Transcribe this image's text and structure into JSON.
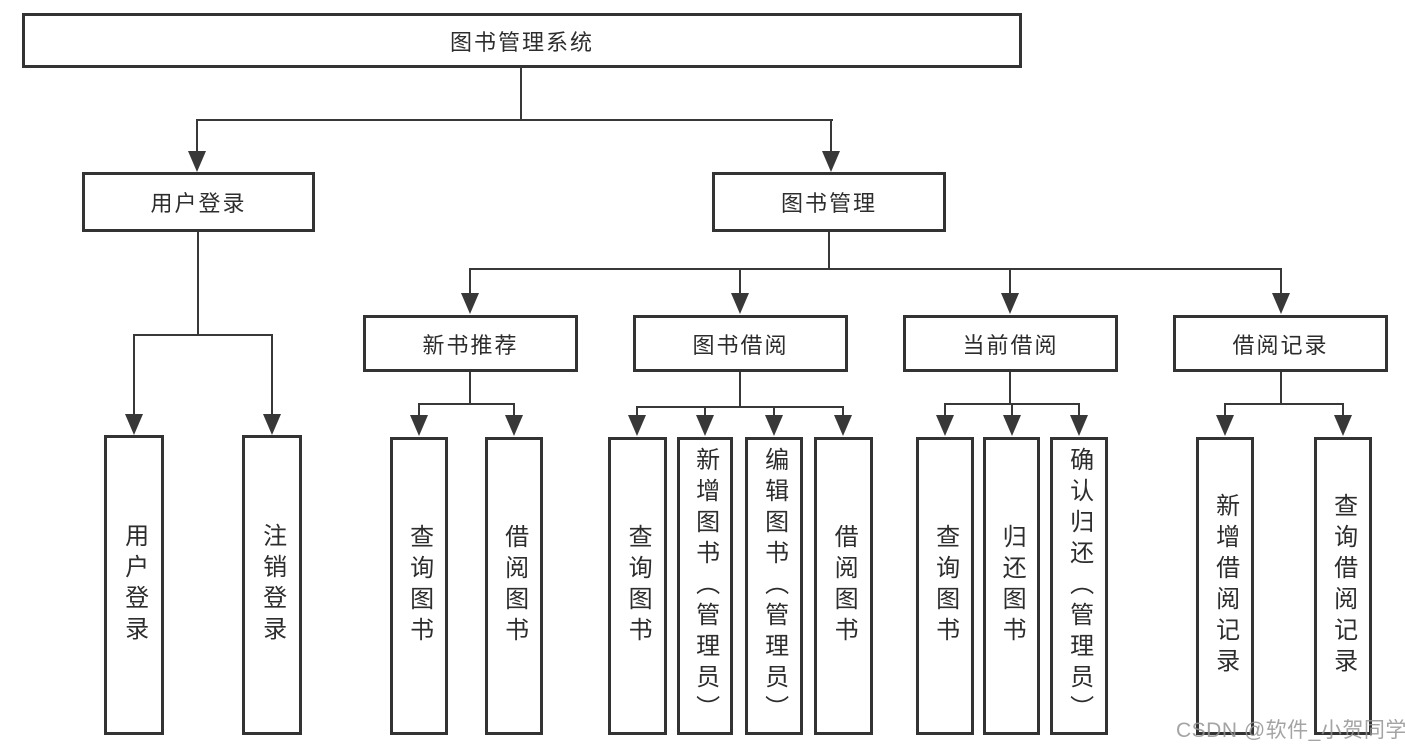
{
  "style": {
    "background": "#ffffff",
    "line_color": "#383838",
    "box_border_color": "#333333",
    "text_color": "#2d2d2d",
    "watermark_color": "#949494"
  },
  "watermark": {
    "text": "CSDN @软件_小贺同学"
  },
  "nodes": {
    "root": {
      "label": "图书管理系统"
    },
    "user_login": {
      "label": "用户登录"
    },
    "book_mgmt": {
      "label": "图书管理"
    },
    "new_book_rec": {
      "label": "新书推荐"
    },
    "book_borrow": {
      "label": "图书借阅"
    },
    "current_borrow": {
      "label": "当前借阅"
    },
    "borrow_record": {
      "label": "借阅记录"
    },
    "ul_user_login": {
      "label": "用户登录"
    },
    "ul_logout": {
      "label": "注销登录"
    },
    "nb_query_book": {
      "label": "查询图书"
    },
    "nb_borrow_book": {
      "label": "借阅图书"
    },
    "bb_query_book": {
      "label": "查询图书"
    },
    "bb_add_book": {
      "label": "新增图书（管理员）"
    },
    "bb_edit_book": {
      "label": "编辑图书（管理员）"
    },
    "bb_borrow_book": {
      "label": "借阅图书"
    },
    "cb_query_book": {
      "label": "查询图书"
    },
    "cb_return_book": {
      "label": "归还图书"
    },
    "cb_confirm_return": {
      "label": "确认归还（管理员）"
    },
    "br_add_record": {
      "label": "新增借阅记录"
    },
    "br_query_record": {
      "label": "查询借阅记录"
    }
  },
  "hierarchy": [
    {
      "parent": "图书管理系统",
      "children": [
        "用户登录",
        "图书管理"
      ]
    },
    {
      "parent": "用户登录",
      "children": [
        "用户登录",
        "注销登录"
      ]
    },
    {
      "parent": "图书管理",
      "children": [
        "新书推荐",
        "图书借阅",
        "当前借阅",
        "借阅记录"
      ]
    },
    {
      "parent": "新书推荐",
      "children": [
        "查询图书",
        "借阅图书"
      ]
    },
    {
      "parent": "图书借阅",
      "children": [
        "查询图书",
        "新增图书（管理员）",
        "编辑图书（管理员）",
        "借阅图书"
      ]
    },
    {
      "parent": "当前借阅",
      "children": [
        "查询图书",
        "归还图书",
        "确认归还（管理员）"
      ]
    },
    {
      "parent": "借阅记录",
      "children": [
        "新增借阅记录",
        "查询借阅记录"
      ]
    }
  ]
}
